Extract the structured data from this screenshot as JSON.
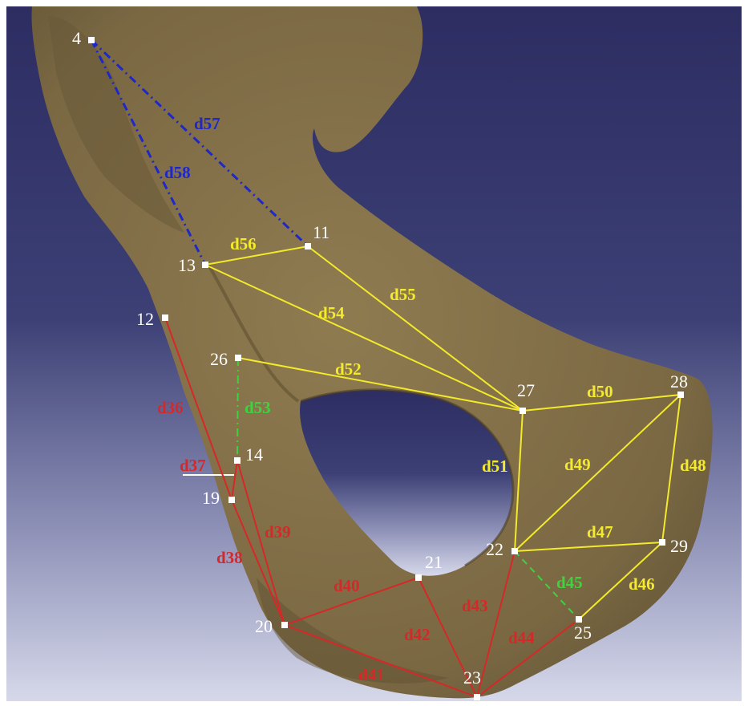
{
  "colors": {
    "red": "#d62828",
    "yellow": "#f2ea2a",
    "green": "#3fd13f",
    "blue": "#1e27c8",
    "label_white": "#ffffff",
    "bone": "#7b6a45",
    "background_top": "#2f2f66",
    "background_bottom": "#cdd0e6"
  },
  "points": [
    {
      "id": "p4",
      "label": "4"
    },
    {
      "id": "p11",
      "label": "11"
    },
    {
      "id": "p12",
      "label": "12"
    },
    {
      "id": "p13",
      "label": "13"
    },
    {
      "id": "p14",
      "label": "14"
    },
    {
      "id": "p19",
      "label": "19"
    },
    {
      "id": "p20",
      "label": "20"
    },
    {
      "id": "p21",
      "label": "21"
    },
    {
      "id": "p22",
      "label": "22"
    },
    {
      "id": "p23",
      "label": "23"
    },
    {
      "id": "p25",
      "label": "25"
    },
    {
      "id": "p26",
      "label": "26"
    },
    {
      "id": "p27",
      "label": "27"
    },
    {
      "id": "p28",
      "label": "28"
    },
    {
      "id": "p29",
      "label": "29"
    }
  ],
  "distances": [
    {
      "label": "d36",
      "from": "p12",
      "to": "p19",
      "color": "red",
      "style": "solid"
    },
    {
      "label": "d37",
      "from": "p19",
      "to": "p14",
      "color": "red",
      "style": "solid"
    },
    {
      "label": "d38",
      "from": "p19",
      "to": "p20",
      "color": "red",
      "style": "solid"
    },
    {
      "label": "d39",
      "from": "p14",
      "to": "p20",
      "color": "red",
      "style": "solid"
    },
    {
      "label": "d40",
      "from": "p20",
      "to": "p21",
      "color": "red",
      "style": "solid"
    },
    {
      "label": "d41",
      "from": "p20",
      "to": "p23",
      "color": "red",
      "style": "solid"
    },
    {
      "label": "d42",
      "from": "p21",
      "to": "p23",
      "color": "red",
      "style": "solid"
    },
    {
      "label": "d43",
      "from": "p22",
      "to": "p23",
      "color": "red",
      "style": "solid"
    },
    {
      "label": "d44",
      "from": "p23",
      "to": "p25",
      "color": "red",
      "style": "solid"
    },
    {
      "label": "d45",
      "from": "p22",
      "to": "p25",
      "color": "green",
      "style": "dashed"
    },
    {
      "label": "d46",
      "from": "p25",
      "to": "p29",
      "color": "yellow",
      "style": "solid"
    },
    {
      "label": "d47",
      "from": "p22",
      "to": "p29",
      "color": "yellow",
      "style": "solid"
    },
    {
      "label": "d48",
      "from": "p28",
      "to": "p29",
      "color": "yellow",
      "style": "solid"
    },
    {
      "label": "d49",
      "from": "p22",
      "to": "p28",
      "color": "yellow",
      "style": "solid"
    },
    {
      "label": "d50",
      "from": "p27",
      "to": "p28",
      "color": "yellow",
      "style": "solid"
    },
    {
      "label": "d51",
      "from": "p27",
      "to": "p22",
      "color": "yellow",
      "style": "solid"
    },
    {
      "label": "d52",
      "from": "p26",
      "to": "p27",
      "color": "yellow",
      "style": "solid"
    },
    {
      "label": "d53",
      "from": "p26",
      "to": "p14",
      "color": "green",
      "style": "dashdot"
    },
    {
      "label": "d54",
      "from": "p13",
      "to": "p27",
      "color": "yellow",
      "style": "solid"
    },
    {
      "label": "d55",
      "from": "p11",
      "to": "p27",
      "color": "yellow",
      "style": "solid"
    },
    {
      "label": "d56",
      "from": "p13",
      "to": "p11",
      "color": "yellow",
      "style": "solid"
    },
    {
      "label": "d57",
      "from": "p4",
      "to": "p11",
      "color": "blue",
      "style": "dashdot"
    },
    {
      "label": "d58",
      "from": "p4",
      "to": "p13",
      "color": "blue",
      "style": "dashdot"
    }
  ]
}
